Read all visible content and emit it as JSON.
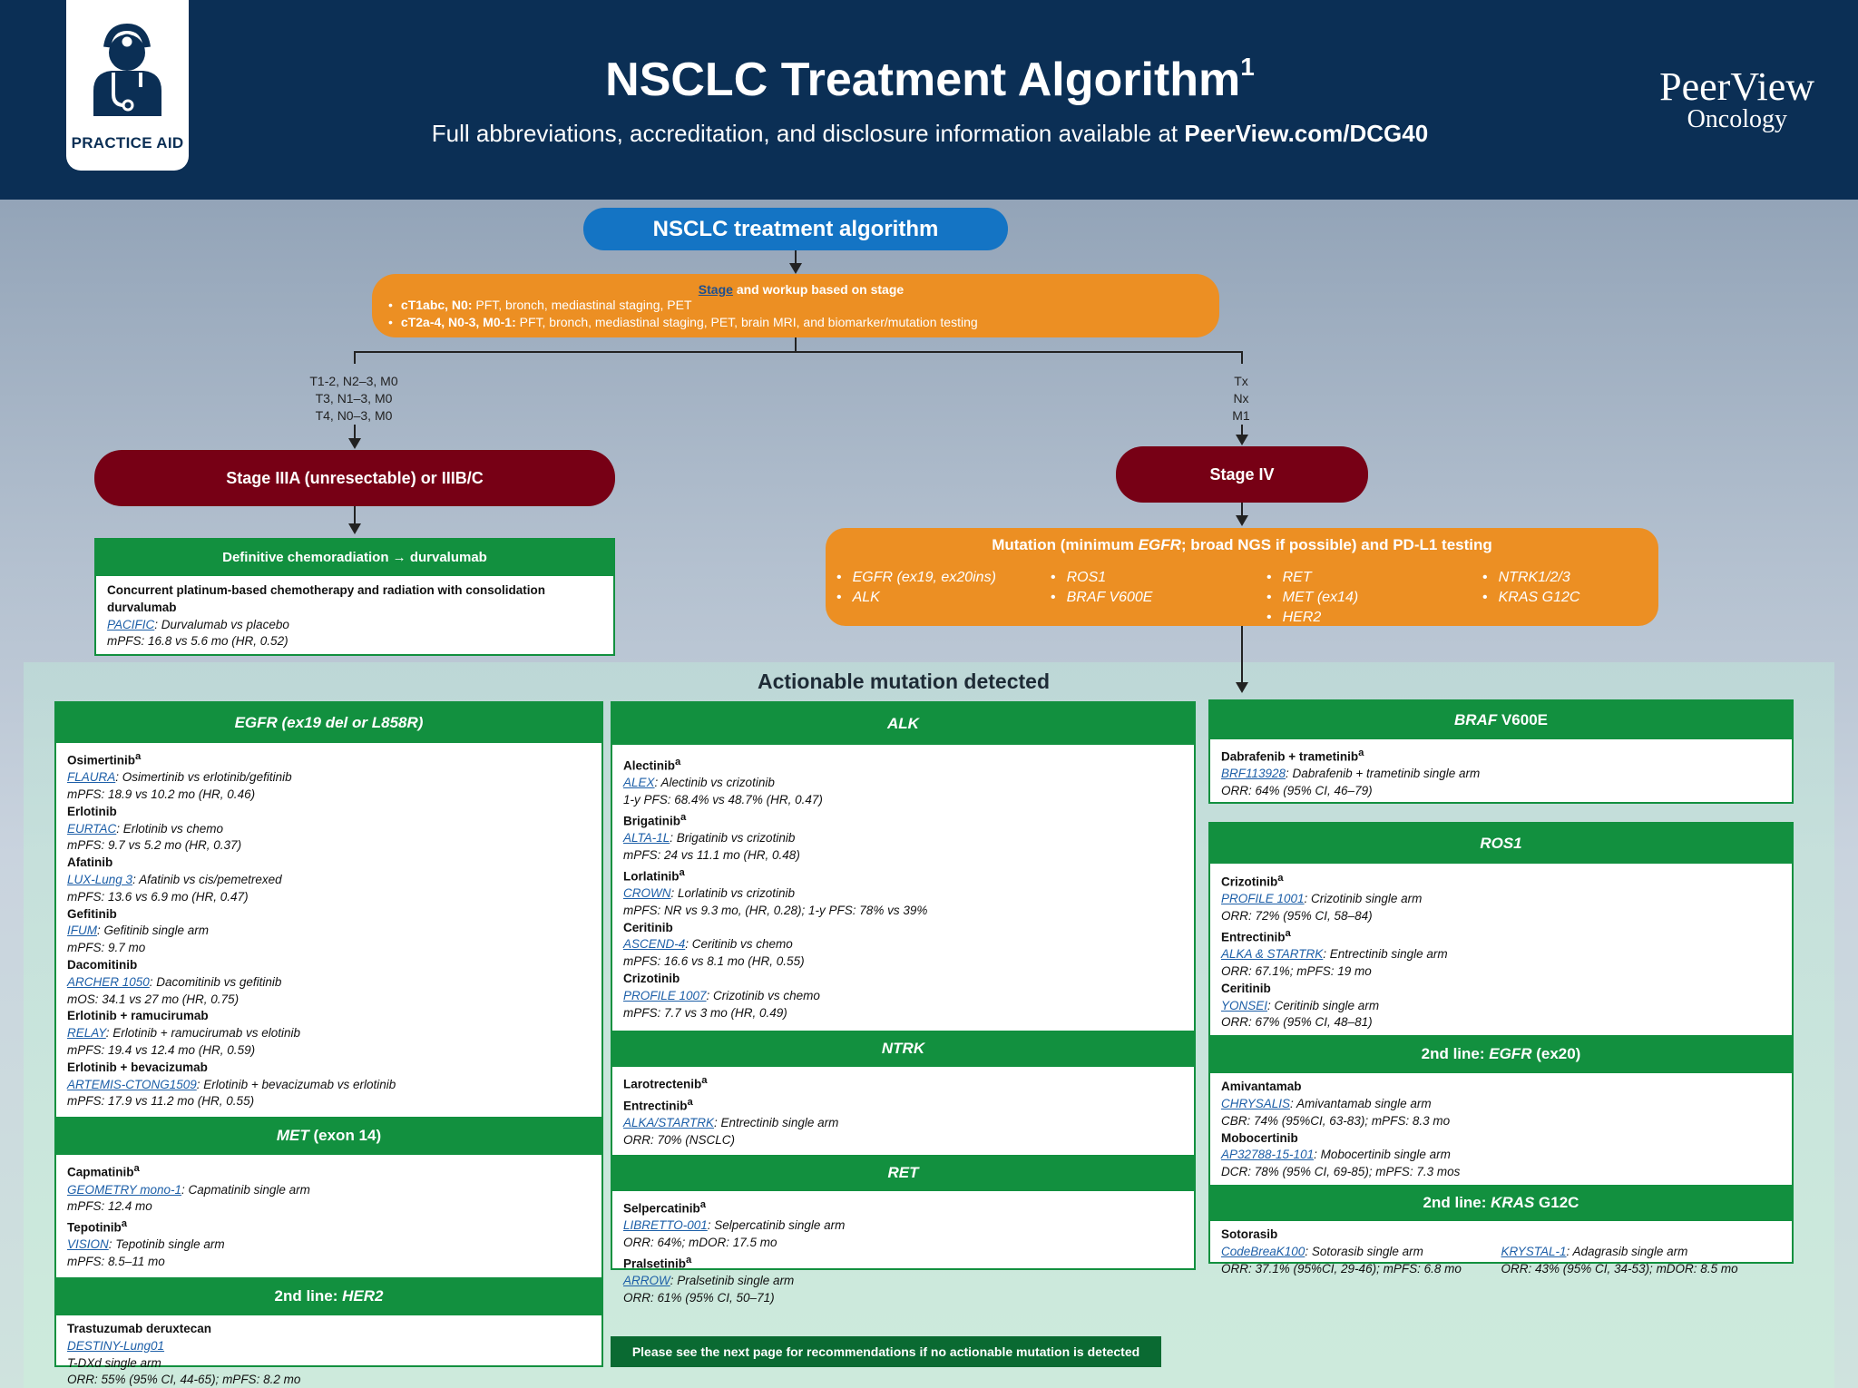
{
  "header": {
    "badge_label": "PRACTICE AID",
    "title": "NSCLC Treatment Algorithm",
    "title_sup": "1",
    "subtitle_prefix": "Full abbreviations, accreditation, and disclosure information available at",
    "subtitle_link": "PeerView.com/DCG40",
    "brand_name": "PeerView",
    "brand_sub": "Oncology"
  },
  "flow": {
    "top_pill": "NSCLC treatment algorithm",
    "stage_link": "Stage",
    "stage_heading_rest": "and workup based on stage",
    "stage_items": [
      {
        "bold": "cT1abc, N0:",
        "text": "PFT, bronch, mediastinal staging, PET"
      },
      {
        "bold": "cT2a-4, N0-3, M0-1:",
        "text": "PFT, bronch, mediastinal staging, PET, brain MRI, and biomarker/mutation testing"
      }
    ],
    "left_branch_label": [
      "T1-2, N2–3, M0",
      "T3, N1–3, M0",
      "T4, N0–3, M0"
    ],
    "right_branch_label": [
      "Tx",
      "Nx",
      "M1"
    ],
    "left_stage": "Stage IIIA (unresectable) or IIIB/C",
    "right_stage": "Stage IV"
  },
  "chemorad": {
    "header": "Definitive chemoradiation → durvalumab",
    "line1": "Concurrent platinum-based chemotherapy and radiation with consolidation durvalumab",
    "trial": "PACIFIC",
    "trial_text": ": Durvalumab vs placebo",
    "result": "mPFS: 16.8 vs 5.6 mo (HR, 0.52)"
  },
  "mutation": {
    "heading_a": "Mutation (minimum ",
    "heading_gene": "EGFR",
    "heading_b": "; broad NGS if possible) and PD-L1 testing",
    "col1": [
      "EGFR (ex19, ex20ins)",
      "ALK"
    ],
    "col2": [
      "ROS1",
      "BRAF V600E"
    ],
    "col3": [
      "RET",
      "MET (ex14)",
      "HER2"
    ],
    "col4": [
      "NTRK1/2/3",
      "KRAS G12C"
    ]
  },
  "actionable_title": "Actionable mutation detected",
  "egfr": {
    "header_gene": "EGFR",
    "header_rest": " (ex19 del or L858R)",
    "drugs": [
      {
        "name": "Osimertinib",
        "sup": "a",
        "trial": "FLAURA",
        "trial_text": ": Osimertinib vs erlotinib/gefitinib",
        "result": "mPFS: 18.9 vs 10.2 mo (HR, 0.46)"
      },
      {
        "name": "Erlotinib",
        "sup": "",
        "trial": "EURTAC",
        "trial_text": ": Erlotinib vs chemo",
        "result": "mPFS: 9.7 vs 5.2 mo (HR, 0.37)"
      },
      {
        "name": "Afatinib",
        "sup": "",
        "trial": "LUX-Lung 3",
        "trial_text": ": Afatinib vs cis/pemetrexed",
        "result": "mPFS: 13.6 vs 6.9 mo (HR, 0.47)"
      },
      {
        "name": "Gefitinib",
        "sup": "",
        "trial": "IFUM",
        "trial_text": ": Gefitinib single arm",
        "result": "mPFS: 9.7 mo"
      },
      {
        "name": "Dacomitinib",
        "sup": "",
        "trial": "ARCHER 1050",
        "trial_text": ": Dacomitinib vs gefitinib",
        "result": "mOS: 34.1 vs 27 mo (HR, 0.75)"
      },
      {
        "name": "Erlotinib + ramucirumab",
        "sup": "",
        "trial": "RELAY",
        "trial_text": ": Erlotinib + ramucirumab vs elotinib",
        "result": "mPFS: 19.4 vs 12.4 mo (HR, 0.59)"
      },
      {
        "name": "Erlotinib + bevacizumab",
        "sup": "",
        "trial": "ARTEMIS-CTONG1509",
        "trial_text": ": Erlotinib + bevacizumab vs erlotinib",
        "result": "mPFS: 17.9 vs 11.2 mo (HR, 0.55)"
      }
    ]
  },
  "met": {
    "header_gene": "MET",
    "header_rest": " (exon 14)",
    "drugs": [
      {
        "name": "Capmatinib",
        "sup": "a",
        "trial": "GEOMETRY mono-1",
        "trial_text": ": Capmatinib single arm",
        "result": "mPFS: 12.4 mo"
      },
      {
        "name": "Tepotinib",
        "sup": "a",
        "trial": "VISION",
        "trial_text": ": Tepotinib single arm",
        "result": "mPFS: 8.5–11 mo"
      }
    ]
  },
  "her2": {
    "header_a": "2nd line: ",
    "header_gene": "HER2",
    "drug": "Trastuzumab deruxtecan",
    "trial": "DESTINY-Lung01",
    "line2": "T-DXd single arm",
    "result": "ORR: 55% (95% CI, 44-65); mPFS: 8.2 mo"
  },
  "alk": {
    "header": "ALK",
    "drugs": [
      {
        "name": "Alectinib",
        "sup": "a",
        "trial": "ALEX",
        "trial_text": ": Alectinib vs crizotinib",
        "result": "1-y PFS: 68.4% vs 48.7% (HR, 0.47)"
      },
      {
        "name": "Brigatinib",
        "sup": "a",
        "trial": "ALTA-1L",
        "trial_text": ": Brigatinib vs crizotinib",
        "result": "mPFS: 24 vs 11.1 mo (HR, 0.48)"
      },
      {
        "name": "Lorlatinib",
        "sup": "a",
        "trial": "CROWN",
        "trial_text": ": Lorlatinib vs crizotinib",
        "result": "mPFS: NR vs 9.3 mo, (HR, 0.28); 1-y PFS: 78% vs 39%"
      },
      {
        "name": "Ceritinib",
        "sup": "",
        "trial": "ASCEND-4",
        "trial_text": ": Ceritinib vs chemo",
        "result": "mPFS: 16.6 vs 8.1 mo (HR, 0.55)"
      },
      {
        "name": "Crizotinib",
        "sup": "",
        "trial": "PROFILE 1007",
        "trial_text": ": Crizotinib vs chemo",
        "result": "mPFS: 7.7 vs 3 mo (HR, 0.49)"
      }
    ]
  },
  "ntrk": {
    "header": "NTRK",
    "drug1": "Larotrectenib",
    "drug2": "Entrectinib",
    "sup": "a",
    "trial": "ALKA/STARTRK",
    "trial_text": ": Entrectinib single arm",
    "result": "ORR: 70% (NSCLC)"
  },
  "ret": {
    "header": "RET",
    "drugs": [
      {
        "name": "Selpercatinib",
        "sup": "a",
        "trial": "LIBRETTO-001",
        "trial_text": ": Selpercatinib single arm",
        "result": "ORR: 64%; mDOR: 17.5 mo"
      },
      {
        "name": "Pralsetinib",
        "sup": "a",
        "trial": "ARROW",
        "trial_text": ": Pralsetinib single arm",
        "result": "ORR: 61% (95% CI, 50–71)"
      }
    ]
  },
  "braf": {
    "header_gene": "BRAF",
    "header_rest": " V600E",
    "drug": "Dabrafenib + trametinib",
    "sup": "a",
    "trial": "BRF113928",
    "trial_text": ": Dabrafenib + trametinib single arm",
    "result": "ORR: 64% (95% CI, 46–79)"
  },
  "ros1": {
    "header": "ROS1",
    "drugs": [
      {
        "name": "Crizotinib",
        "sup": "a",
        "trial": "PROFILE 1001",
        "trial_text": ": Crizotinib single arm",
        "result": "ORR: 72% (95% CI, 58–84)"
      },
      {
        "name": "Entrectinib",
        "sup": "a",
        "trial": "ALKA & STARTRK",
        "trial_text": ": Entrectinib single arm",
        "result": "ORR: 67.1%; mPFS: 19 mo"
      },
      {
        "name": "Ceritinib",
        "sup": "",
        "trial": "YONSEI",
        "trial_text": ": Ceritinib single arm",
        "result": "ORR: 67% (95% CI, 48–81)"
      }
    ]
  },
  "egfr20": {
    "header_a": "2nd line: ",
    "header_gene": "EGFR",
    "header_rest": " (ex20)",
    "drugs": [
      {
        "name": "Amivantamab",
        "sup": "",
        "trial": "CHRYSALIS",
        "trial_text": ": Amivantamab single arm",
        "result": "CBR: 74% (95%CI, 63-83); mPFS: 8.3 mo"
      },
      {
        "name": "Mobocertinib",
        "sup": "",
        "trial": "AP32788-15-101",
        "trial_text": ": Mobocertinib single arm",
        "result": "DCR: 78% (95% CI, 69-85); mPFS: 7.3 mos"
      }
    ]
  },
  "kras": {
    "header_a": "2nd line: ",
    "header_gene": "KRAS",
    "header_rest": " G12C",
    "drug": "Sotorasib",
    "trial1": "CodeBreaK100",
    "trial1_text": ": Sotorasib single arm",
    "result1": "ORR: 37.1% (95%CI, 29-46); mPFS: 6.8 mo",
    "trial2": "KRYSTAL-1",
    "trial2_text": ": Adagrasib single arm",
    "result2": "ORR: 43% (95% CI, 34-53); mDOR: 8.5 mo"
  },
  "footer_note": "Please see the next page for recommendations if no actionable mutation is detected"
}
